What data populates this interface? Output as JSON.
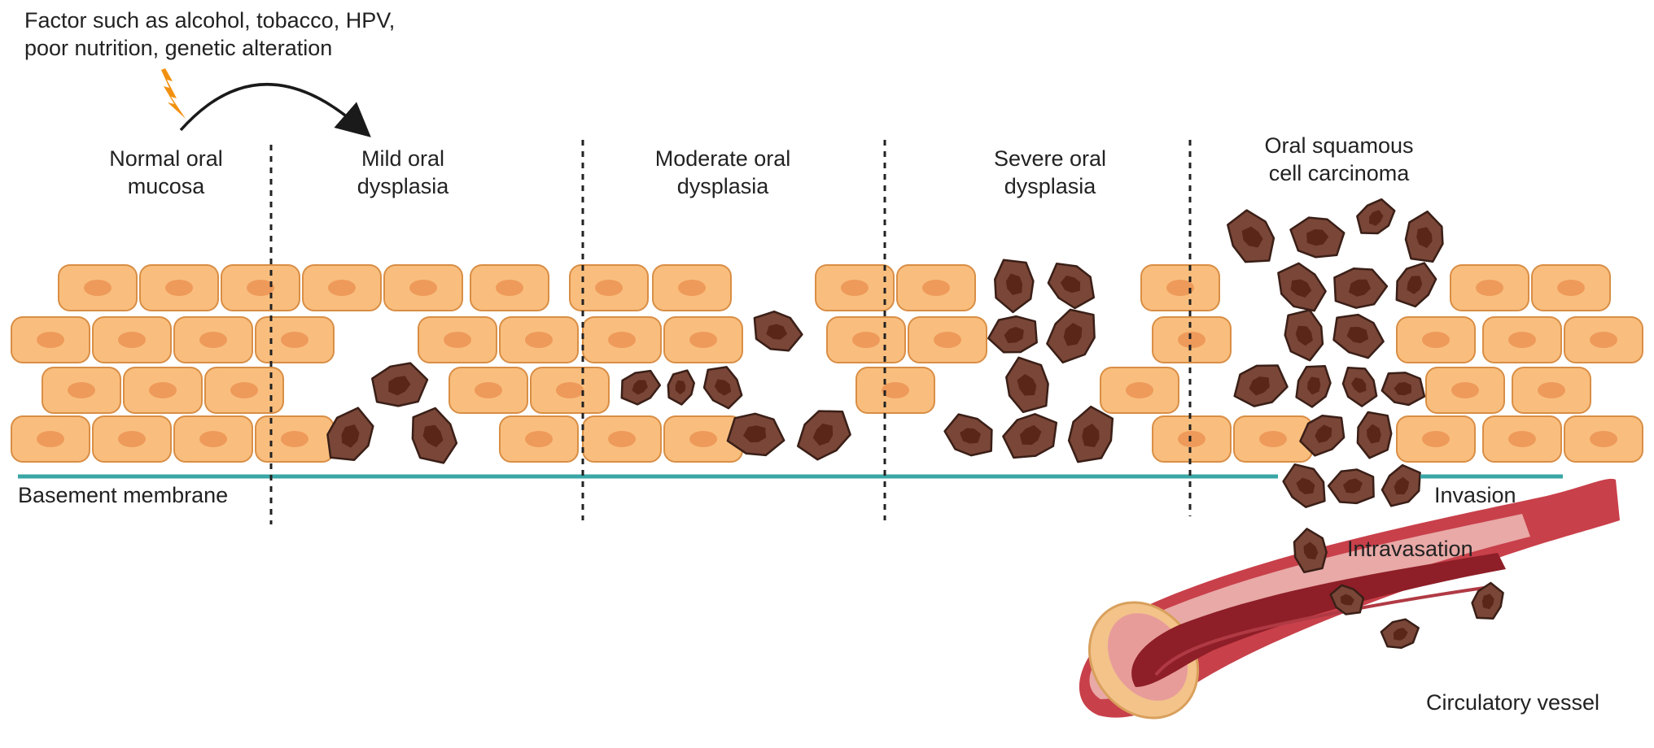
{
  "factor_text": {
    "line1": "Factor such as alcohol, tobacco, HPV,",
    "line2": "poor nutrition, genetic alteration"
  },
  "stages": [
    {
      "line1": "Normal oral",
      "line2": "mucosa"
    },
    {
      "line1": "Mild oral",
      "line2": "dysplasia"
    },
    {
      "line1": "Moderate oral",
      "line2": "dysplasia"
    },
    {
      "line1": "Severe oral",
      "line2": "dysplasia"
    },
    {
      "line1": "Oral squamous",
      "line2": "cell carcinoma"
    }
  ],
  "labels": {
    "basement_membrane": "Basement membrane",
    "invasion": "Invasion",
    "intravasation": "Intravasation",
    "vessel": "Circulatory vessel"
  },
  "colors": {
    "normal_cell": "#F9BE7E",
    "normal_cell_border": "#D98E45",
    "nucleus": "#EE9A5A",
    "cancer_cell": "#7A4638",
    "cancer_nucleus": "#5A2618",
    "basement_membrane": "#3AA6A6",
    "lightning": "#F29111",
    "vessel_wall": "#C8404A",
    "vessel_lumen": "#8E1E27"
  },
  "icons": {
    "risk_factor": "lightning-icon",
    "progression": "curved-arrow-icon"
  }
}
